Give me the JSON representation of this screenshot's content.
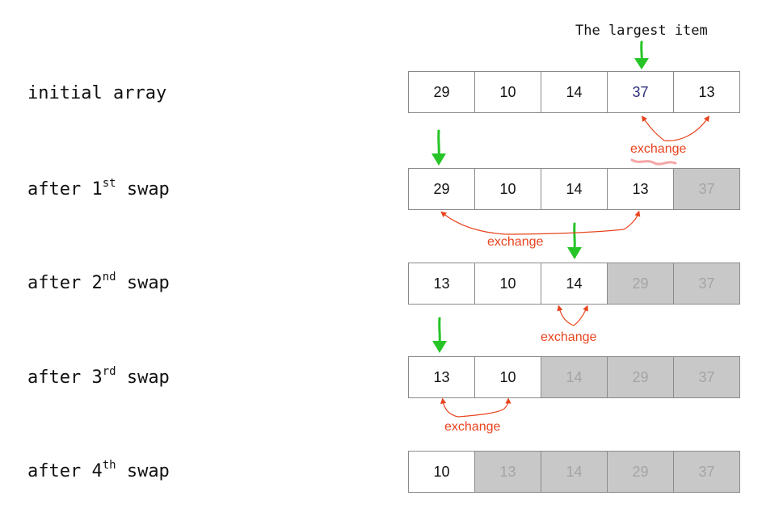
{
  "annotation_top": "The largest item",
  "exchange_label": "exchange",
  "colors": {
    "pointer": "#27c427",
    "exchange": "#e8441e",
    "sorted_bg": "#c8c8c8"
  },
  "rows": [
    {
      "label": "initial array",
      "cells": [
        {
          "value": "29",
          "sorted": false
        },
        {
          "value": "10",
          "sorted": false
        },
        {
          "value": "14",
          "sorted": false
        },
        {
          "value": "37",
          "sorted": false,
          "largest": true
        },
        {
          "value": "13",
          "sorted": false
        }
      ]
    },
    {
      "label_pre": "after 1",
      "label_sup": "st",
      "label_post": " swap",
      "cells": [
        {
          "value": "29",
          "sorted": false
        },
        {
          "value": "10",
          "sorted": false
        },
        {
          "value": "14",
          "sorted": false
        },
        {
          "value": "13",
          "sorted": false
        },
        {
          "value": "37",
          "sorted": true
        }
      ]
    },
    {
      "label_pre": "after 2",
      "label_sup": "nd",
      "label_post": " swap",
      "cells": [
        {
          "value": "13",
          "sorted": false
        },
        {
          "value": "10",
          "sorted": false
        },
        {
          "value": "14",
          "sorted": false
        },
        {
          "value": "29",
          "sorted": true
        },
        {
          "value": "37",
          "sorted": true
        }
      ]
    },
    {
      "label_pre": "after 3",
      "label_sup": "rd",
      "label_post": " swap",
      "cells": [
        {
          "value": "13",
          "sorted": false
        },
        {
          "value": "10",
          "sorted": false
        },
        {
          "value": "14",
          "sorted": true
        },
        {
          "value": "29",
          "sorted": true
        },
        {
          "value": "37",
          "sorted": true
        }
      ]
    },
    {
      "label_pre": "after 4",
      "label_sup": "th",
      "label_post": " swap",
      "cells": [
        {
          "value": "10",
          "sorted": false
        },
        {
          "value": "13",
          "sorted": true
        },
        {
          "value": "14",
          "sorted": true
        },
        {
          "value": "29",
          "sorted": true
        },
        {
          "value": "37",
          "sorted": true
        }
      ]
    }
  ]
}
